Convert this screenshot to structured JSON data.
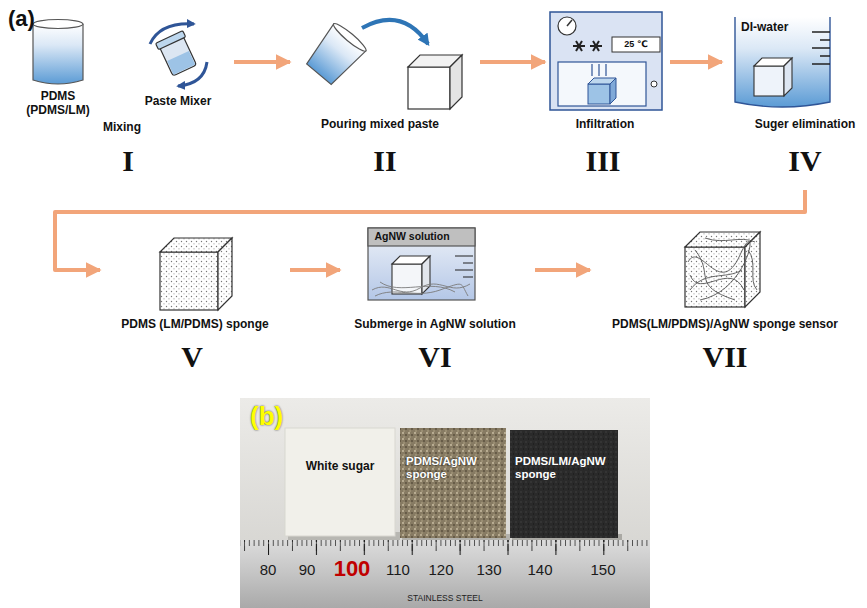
{
  "diagram": {
    "nodes": [
      {
        "text": [
          "PDMS (PDMS/LM)",
          "Paste Mixer",
          "Mixing",
          "I"
        ]
      },
      {
        "text": [
          "Pouring mixed paste",
          "II"
        ]
      },
      {
        "text": [
          "25 ℃",
          "Infiltration",
          "III"
        ]
      },
      {
        "text": [
          "DI-water",
          "Suger elimination",
          "IV"
        ]
      },
      {
        "text": [
          "PDMS (LM/PDMS) sponge",
          "V"
        ]
      },
      {
        "text": [
          "AgNW solution",
          "Submerge in AgNW solution",
          "VI"
        ]
      },
      {
        "text": [
          "PDMS(LM/PDMS)/AgNW sponge sensor",
          "VII"
        ]
      }
    ],
    "edges": [
      {
        "from": 0,
        "to": 1,
        "arrow": "to"
      },
      {
        "from": 1,
        "to": 2,
        "arrow": "to"
      },
      {
        "from": 2,
        "to": 3,
        "arrow": "to"
      },
      {
        "from": 3,
        "to": 4,
        "arrow": "to"
      },
      {
        "from": 4,
        "to": 5,
        "arrow": "to"
      },
      {
        "from": 5,
        "to": 6,
        "arrow": "to"
      }
    ],
    "labels": [
      "(a)",
      "(b)",
      "White sugar",
      "PDMS/AgNW sponge",
      "PDMS/LM/AgNW sponge",
      "80",
      "90",
      "100",
      "110",
      "120",
      "130",
      "140",
      "150",
      "STAINLESS STEEL"
    ]
  }
}
